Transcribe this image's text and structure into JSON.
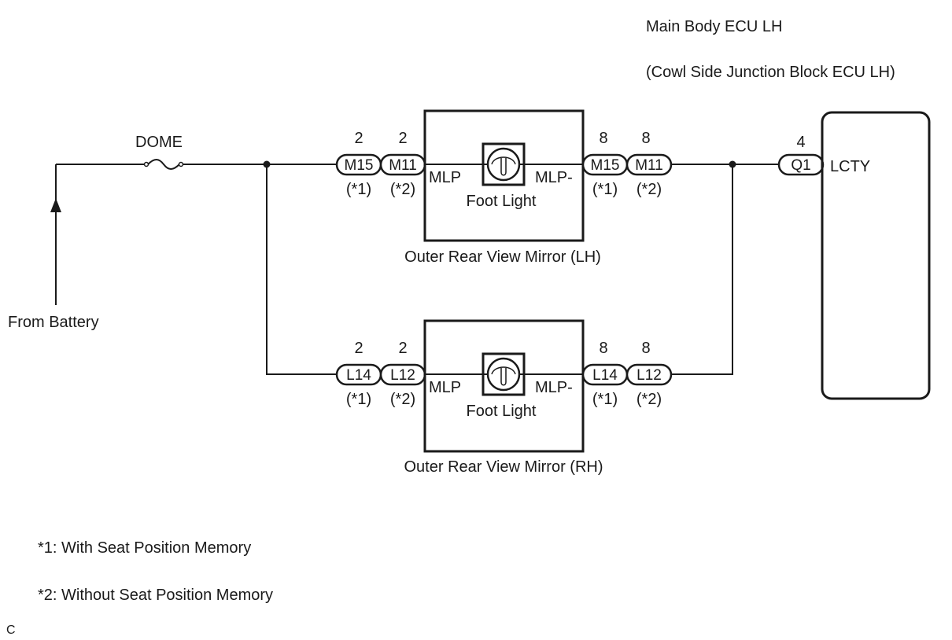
{
  "ecu": {
    "title": "Main Body ECU LH",
    "subtitle": "(Cowl Side Junction Block ECU LH)",
    "connector": "Q1",
    "pin": "4",
    "terminal": "LCTY"
  },
  "source": {
    "label": "From Battery",
    "fuse": "DOME"
  },
  "mirrors": [
    {
      "name": "Outer Rear View Mirror (LH)",
      "component": "Foot Light",
      "in_terminal": "MLP",
      "out_terminal": "MLP-",
      "in_connectors": [
        {
          "id": "M15",
          "pin": "2",
          "note": "(*1)"
        },
        {
          "id": "M11",
          "pin": "2",
          "note": "(*2)"
        }
      ],
      "out_connectors": [
        {
          "id": "M15",
          "pin": "8",
          "note": "(*1)"
        },
        {
          "id": "M11",
          "pin": "8",
          "note": "(*2)"
        }
      ]
    },
    {
      "name": "Outer Rear View Mirror (RH)",
      "component": "Foot Light",
      "in_terminal": "MLP",
      "out_terminal": "MLP-",
      "in_connectors": [
        {
          "id": "L14",
          "pin": "2",
          "note": "(*1)"
        },
        {
          "id": "L12",
          "pin": "2",
          "note": "(*2)"
        }
      ],
      "out_connectors": [
        {
          "id": "L14",
          "pin": "8",
          "note": "(*1)"
        },
        {
          "id": "L12",
          "pin": "8",
          "note": "(*2)"
        }
      ]
    }
  ],
  "notes": [
    "*1: With Seat Position Memory",
    "*2: Without Seat Position Memory"
  ],
  "corner_mark": "C"
}
